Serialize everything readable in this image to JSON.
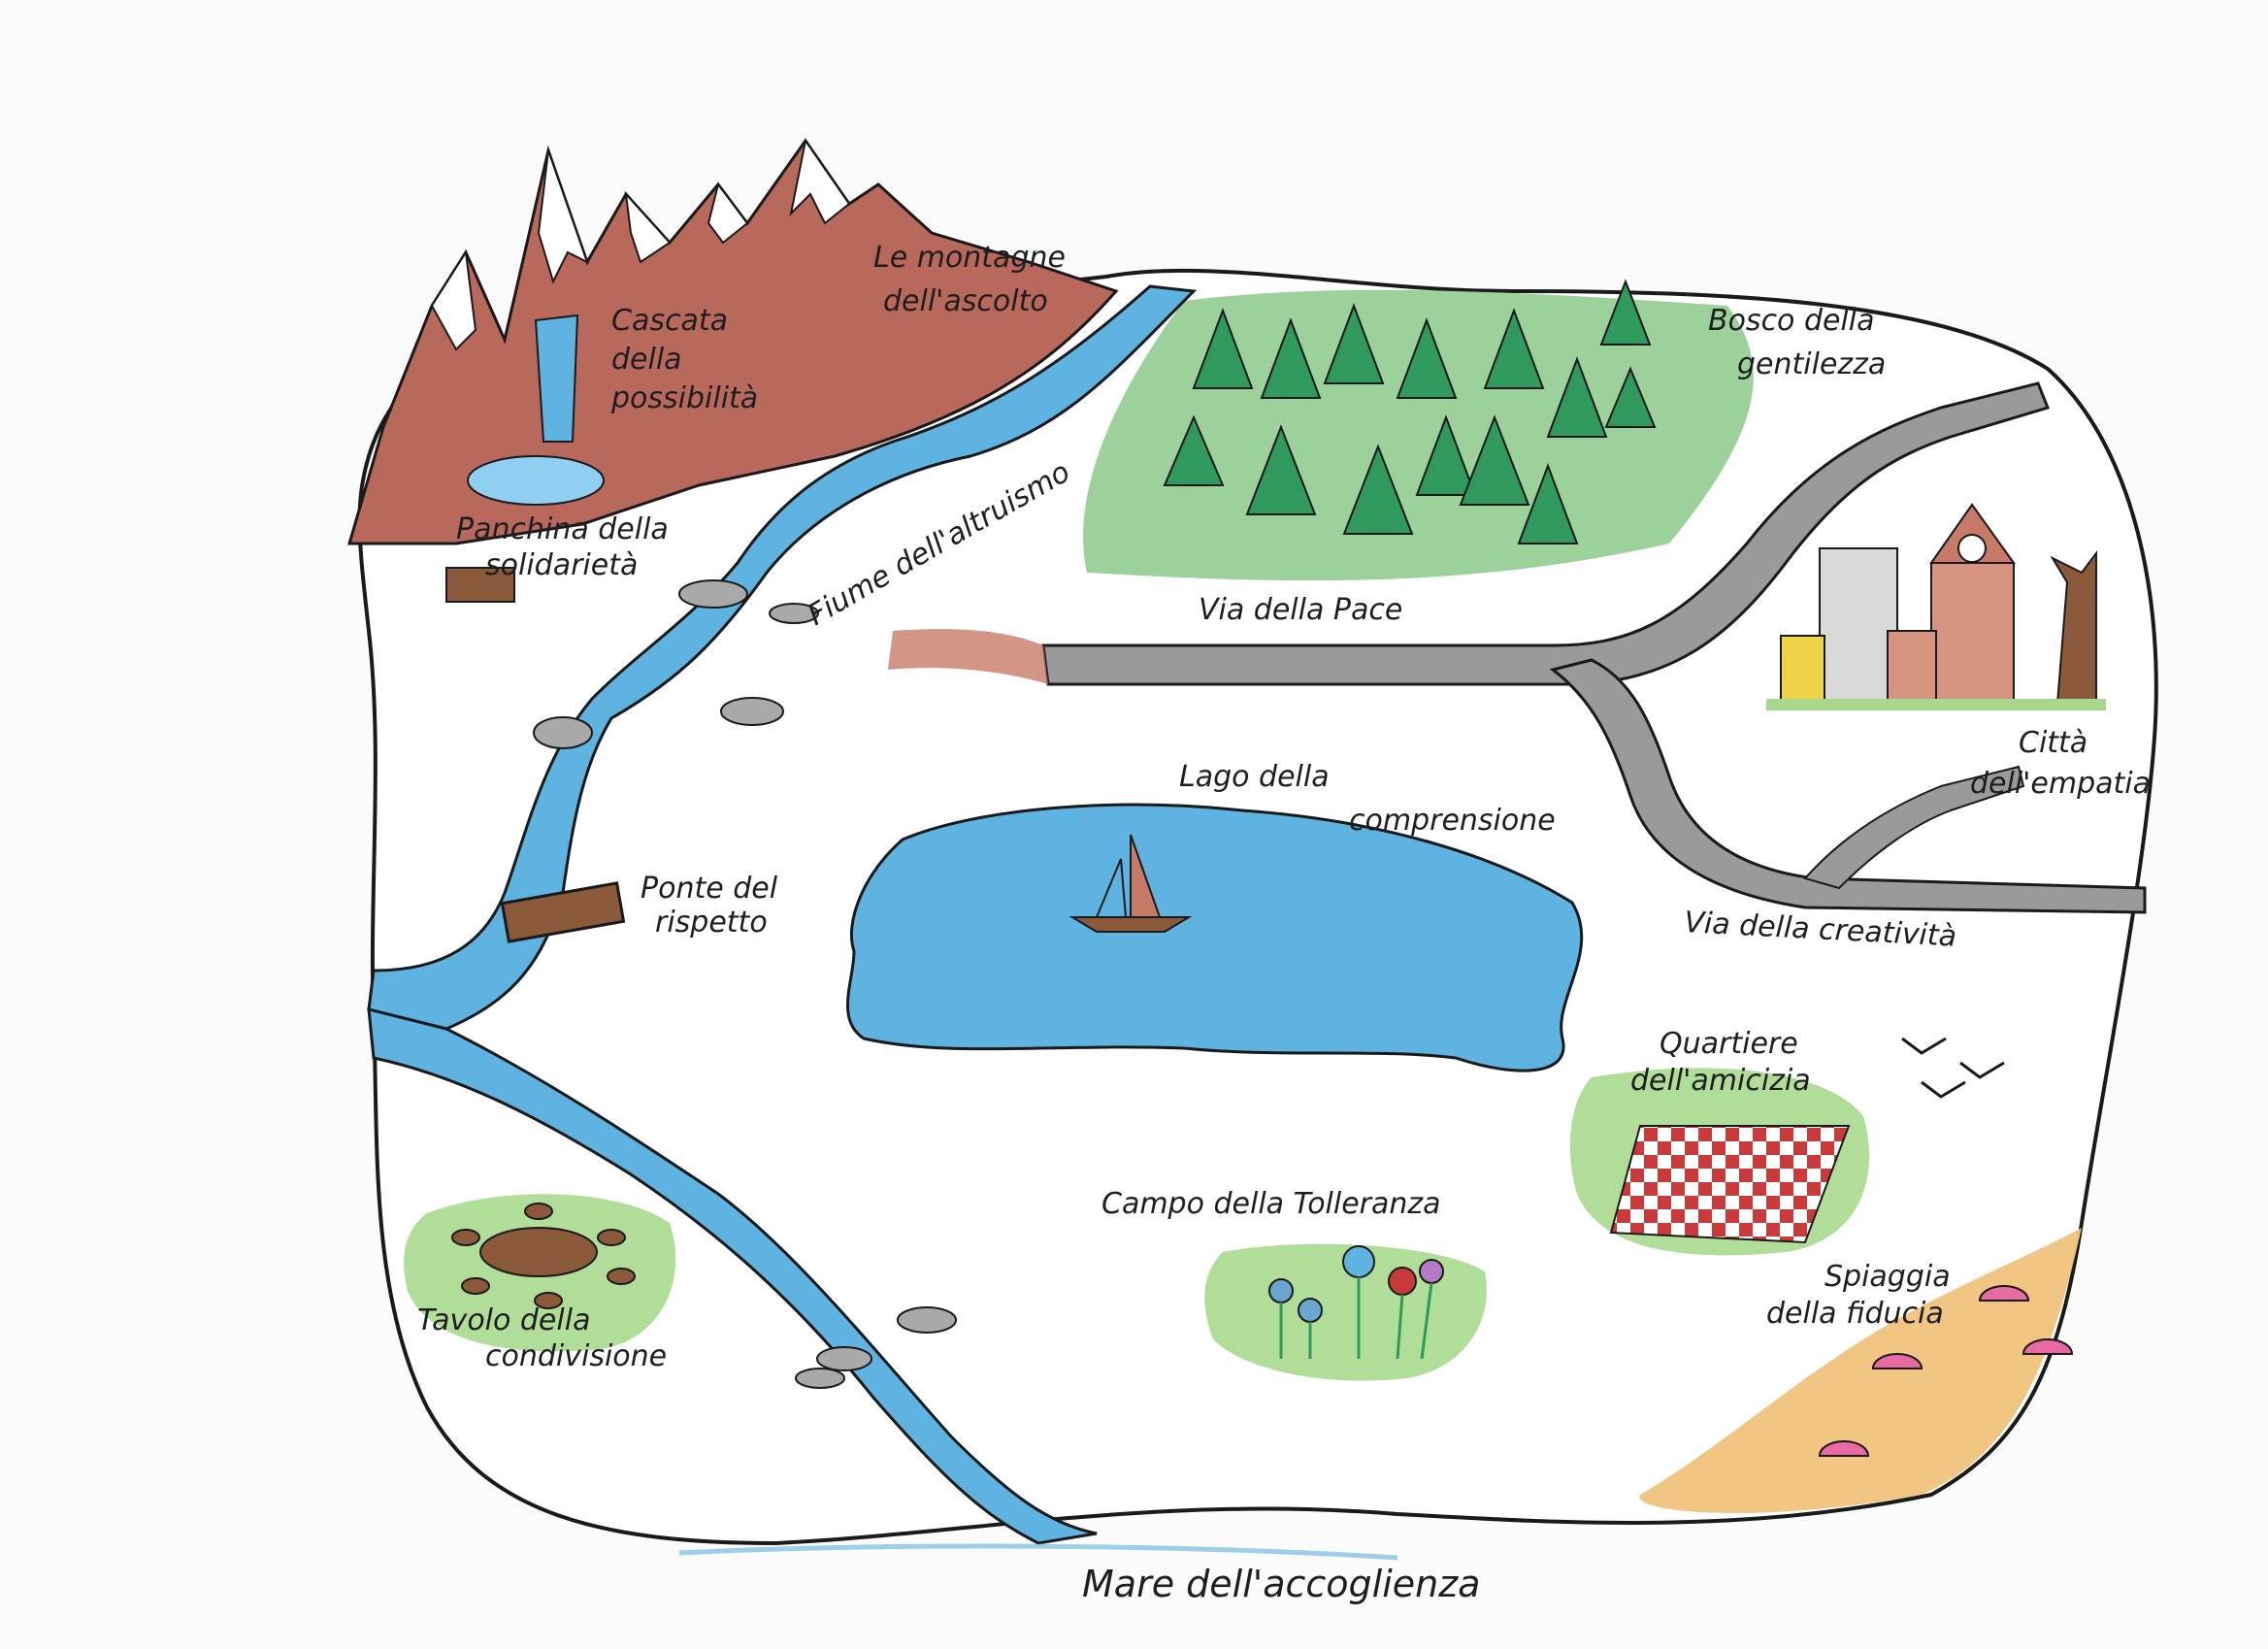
{
  "map": {
    "colors": {
      "paper": "#fbfbfc",
      "ink": "#1a1a1a",
      "mountain": "#b9695c",
      "snow": "#ffffff",
      "water": "#5fb3e0",
      "water_light": "#8fd0f0",
      "forest": "#8cc98a",
      "tree": "#2f9a5b",
      "trunk": "#8a5a3a",
      "road": "#9a9a9a",
      "sand": "#f0c27b",
      "grass": "#a7d98d",
      "terracotta": "#c77a68",
      "brick": "#d79480",
      "building_blue": "#6aa6cf",
      "building_gray": "#d9d9d9",
      "yellow": "#f1d34a",
      "picnic_red": "#c93a3a",
      "umbrella": "#e86aa3"
    },
    "labels": {
      "mountains": [
        "Le montagne",
        "dell'ascolto"
      ],
      "waterfall": [
        "Cascata",
        "della",
        "possibilità"
      ],
      "forest": [
        "Bosco della",
        "gentilezza"
      ],
      "bench": [
        "Panchina della",
        "solidarietà"
      ],
      "river": "Fiume dell'altruismo",
      "peace_road": "Via della Pace",
      "city": [
        "Città",
        "dell'empatia"
      ],
      "lake": [
        "Lago della",
        "comprensione"
      ],
      "bridge": [
        "Ponte del",
        "rispetto"
      ],
      "creativity_road": "Via della creatività",
      "friendship": [
        "Quartiere",
        "dell'amicizia"
      ],
      "tolerance": "Campo della Tolleranza",
      "table": [
        "Tavolo della",
        "condivisione"
      ],
      "beach": [
        "Spiaggia",
        "della fiducia"
      ],
      "sea": "Mare dell'accoglienza"
    }
  }
}
